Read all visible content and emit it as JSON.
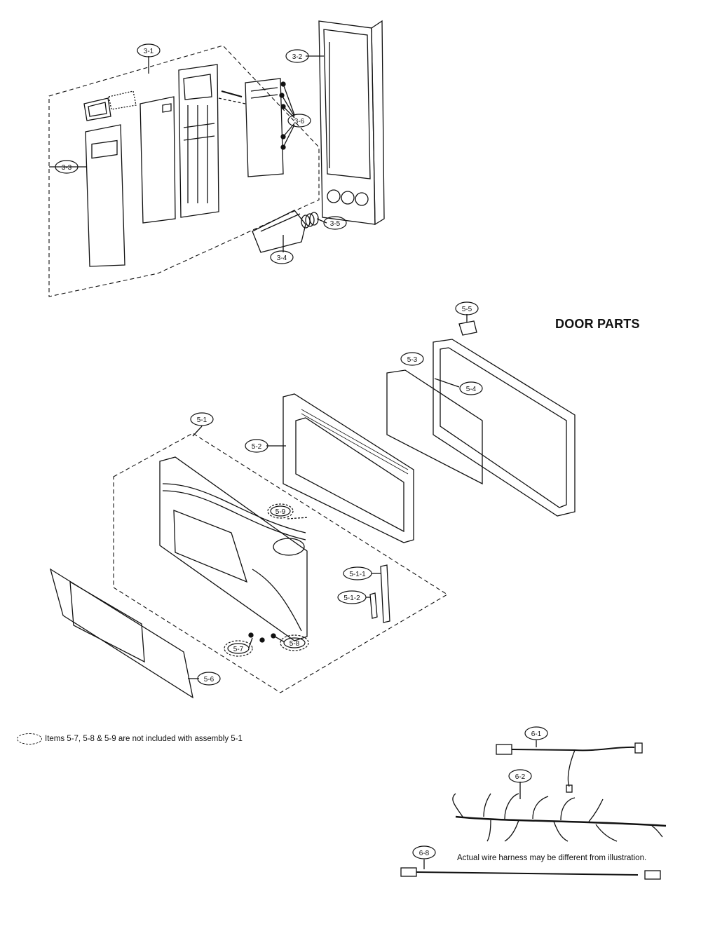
{
  "title": "DOOR PARTS",
  "note": "Items 5-7, 5-8 & 5-9 are not included with assembly 5-1",
  "note_harness": "Actual wire harness may be different from illustration.",
  "callouts": {
    "c31": "3-1",
    "c32": "3-2",
    "c33": "3-3",
    "c34": "3-4",
    "c35": "3-5",
    "c36": "3-6",
    "c51": "5-1",
    "c52": "5-2",
    "c53": "5-3",
    "c54": "5-4",
    "c55": "5-5",
    "c56": "5-6",
    "c57": "5-7",
    "c58": "5-8",
    "c59": "5-9",
    "c511": "5-1-1",
    "c512": "5-1-2",
    "c61": "6-1",
    "c62": "6-2",
    "c68": "6-8"
  }
}
